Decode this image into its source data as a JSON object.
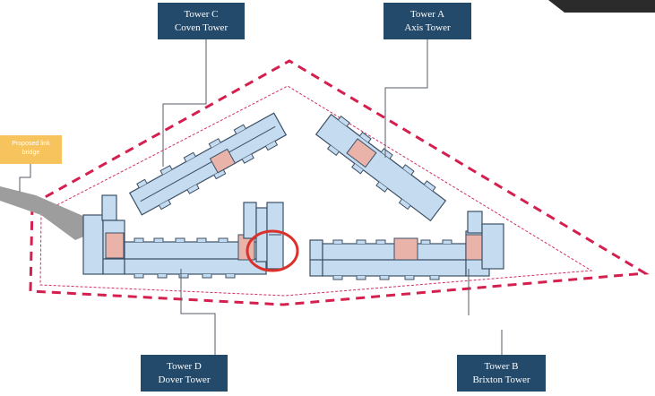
{
  "towers": {
    "c": {
      "name": "Tower C",
      "subtitle": "Coven Tower"
    },
    "a": {
      "name": "Tower A",
      "subtitle": "Axis Tower"
    },
    "d": {
      "name": "Tower D",
      "subtitle": "Dover Tower"
    },
    "b": {
      "name": "Tower B",
      "subtitle": "Brixton Tower"
    }
  },
  "proposed": {
    "line1": "Proposed link",
    "line2": "bridge"
  },
  "colors": {
    "label_bg": "#234a6b",
    "building_fill": "#c5dcf0",
    "building_stroke": "#3c4f66",
    "core_fill": "#e9b3aa",
    "boundary_outer": "#d51f4f",
    "boundary_inner": "#cf2f6a",
    "highlight_circle": "#d9322c",
    "bridge_fill": "#9d9d9d",
    "proposed_bg": "#f7c35c"
  }
}
